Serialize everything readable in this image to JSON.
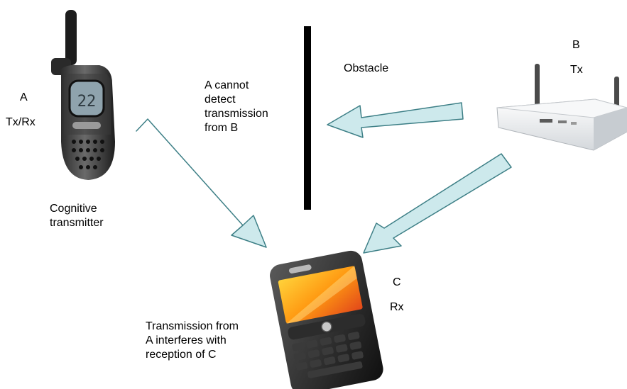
{
  "nodes": {
    "a": {
      "name": "A",
      "role": "Tx/Rx",
      "caption": "Cognitive\ntransmitter"
    },
    "b": {
      "name": "B",
      "role": "Tx"
    },
    "c": {
      "name": "C",
      "role": "Rx"
    }
  },
  "obstacle_label": "Obstacle",
  "notes": {
    "detect": "A cannot\ndetect\ntransmission\nfrom B",
    "interfere": "Transmission from\nA interferes with\nreception of C"
  },
  "colors": {
    "arrow_fill": "#cde9ec",
    "arrow_stroke": "#3d7f86",
    "obstacle": "#000000"
  },
  "icons": {
    "a": "walkie-talkie-icon",
    "b": "wireless-router-icon",
    "c": "smartphone-icon"
  }
}
